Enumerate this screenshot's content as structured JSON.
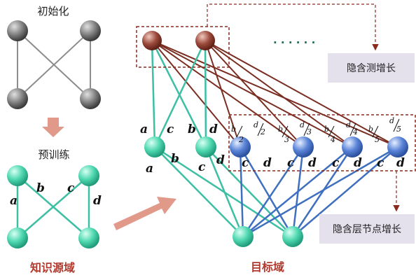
{
  "labels": {
    "init": "初始化",
    "pretrain": "预训练",
    "source": "知识源域",
    "target": "目标域",
    "grow_layer": "隐含测增长",
    "grow_nodes": "隐含层节点增长",
    "dots": "· · · · · ·"
  },
  "edge_labels": {
    "a": "a",
    "b": "b",
    "c": "c",
    "d": "d"
  },
  "fraction_labels": [
    {
      "num": "b",
      "den": "2"
    },
    {
      "num": "d",
      "den": "2"
    },
    {
      "num": "b",
      "den": "3"
    },
    {
      "num": "d",
      "den": "3"
    },
    {
      "num": "b",
      "den": "4"
    },
    {
      "num": "d",
      "den": "4"
    },
    {
      "num": "b",
      "den": "5"
    },
    {
      "num": "d",
      "den": "5"
    }
  ],
  "colors": {
    "gray_node": "#7a7a7a",
    "green_node": "#4fd8b0",
    "blue_node": "#5b84d8",
    "red_node": "#9c4a3c",
    "green_edge": "#3cbfa3",
    "blue_edge": "#3f6fbf",
    "red_edge": "#7a2e22",
    "arrow_fill": "#e19a8a",
    "box_fill": "#e4e0ec",
    "dashed": "#8a2a1e"
  }
}
